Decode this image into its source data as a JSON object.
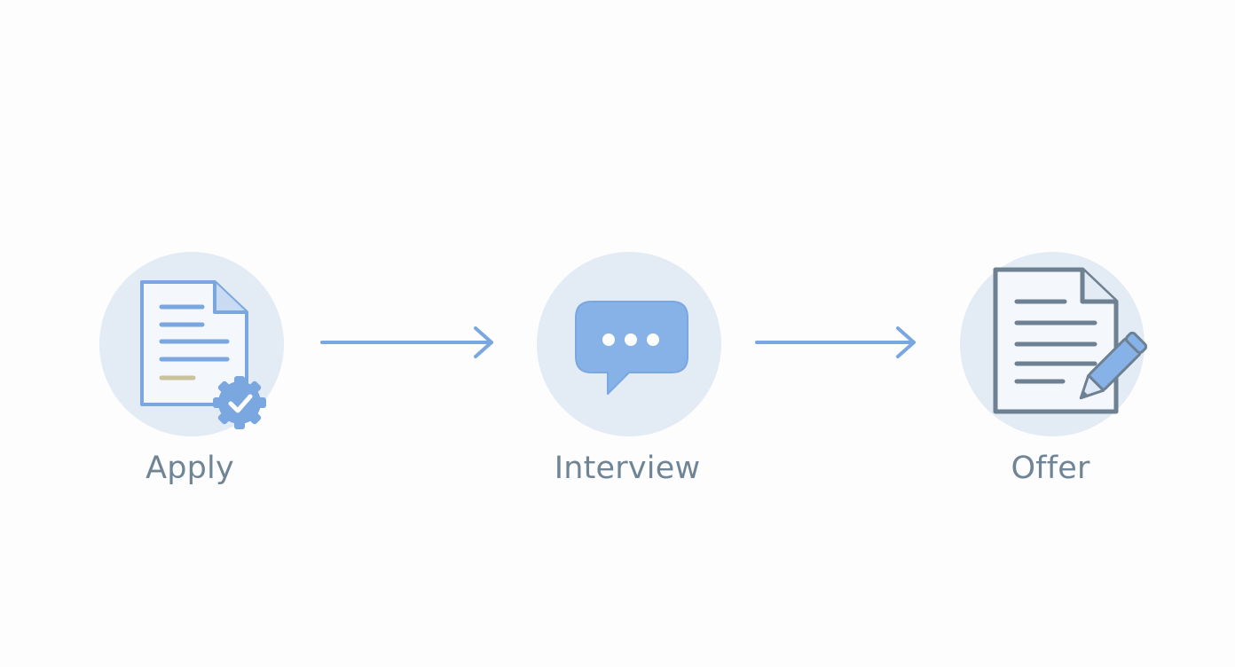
{
  "steps": [
    {
      "label": "Apply",
      "icon": "document-with-gear-check-icon"
    },
    {
      "label": "Interview",
      "icon": "chat-bubble-icon"
    },
    {
      "label": "Offer",
      "icon": "document-with-pen-icon"
    }
  ],
  "connectors": [
    "arrow-right-icon",
    "arrow-right-icon"
  ],
  "colors": {
    "background": "#fdfdfd",
    "circle": "#e3ebf5",
    "accent_blue": "#7aa7e0",
    "label_text": "#6f8596",
    "offer_document_stroke": "#6e8193",
    "highlight_line": "#c9c29a"
  }
}
